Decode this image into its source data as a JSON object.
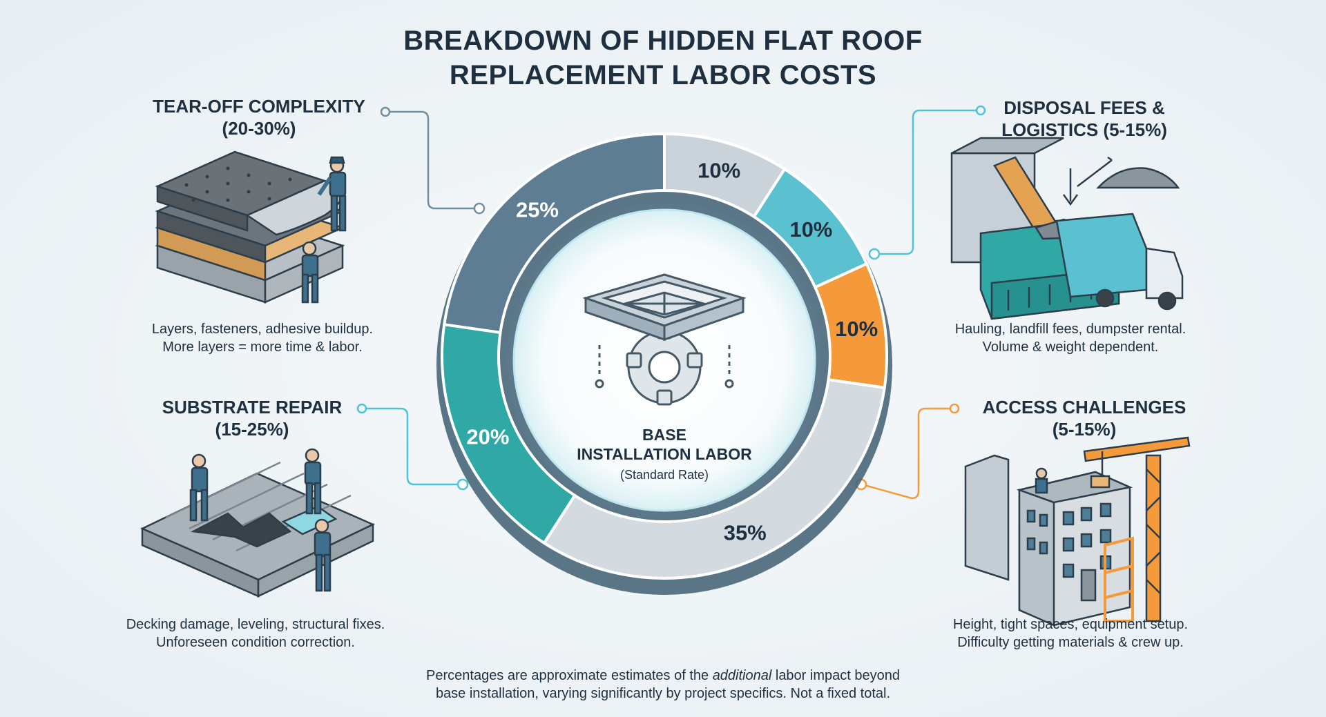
{
  "title": {
    "line1": "BREAKDOWN OF HIDDEN FLAT ROOF",
    "line2": "REPLACEMENT LABOR COSTS"
  },
  "center": {
    "line1": "BASE",
    "line2": "INSTALLATION LABOR",
    "line3": "(Standard Rate)"
  },
  "callouts": {
    "tearoff": {
      "heading1": "TEAR-OFF COMPLEXITY",
      "heading2": "(20-30%)",
      "desc1": "Layers, fasteners, adhesive buildup.",
      "desc2": "More layers = more time & labor.",
      "icon": "roof-layers-tearoff-illustration"
    },
    "substrate": {
      "heading1": "SUBSTRATE REPAIR",
      "heading2": "(15-25%)",
      "desc1": "Decking damage, leveling, structural fixes.",
      "desc2": "Unforeseen condition correction.",
      "icon": "damaged-decking-illustration"
    },
    "disposal": {
      "heading1": "DISPOSAL FEES &",
      "heading2": "LOGISTICS (5-15%)",
      "desc1": "Hauling, landfill fees, dumpster rental.",
      "desc2": "Volume & weight dependent.",
      "icon": "dumpster-truck-illustration"
    },
    "access": {
      "heading1": "ACCESS CHALLENGES",
      "heading2": "(5-15%)",
      "desc1": "Height, tight spaces, equipment setup.",
      "desc2": "Difficulty getting materials & crew up.",
      "icon": "building-crane-illustration"
    }
  },
  "footnote": {
    "part1": "Percentages are approximate estimates of the ",
    "emph": "additional",
    "part2": " labor impact beyond",
    "line2": "base installation, varying significantly by project specifics. Not a fixed total."
  },
  "chart_data": {
    "type": "pie",
    "variant": "donut",
    "title": "BREAKDOWN OF HIDDEN FLAT ROOF REPLACEMENT LABOR COSTS",
    "slices": [
      {
        "label": "10%",
        "value": 10,
        "color": "#c9d3d9"
      },
      {
        "label": "10%",
        "value": 10,
        "color": "#5bc0cf"
      },
      {
        "label": "10%",
        "value": 10,
        "color": "#f49a3a"
      },
      {
        "label": "35%",
        "value": 35,
        "color": "#d4dbe0"
      },
      {
        "label": "20%",
        "value": 20,
        "color": "#2fa8a6"
      },
      {
        "label": "25%",
        "value": 25,
        "color": "#5f7d92"
      }
    ],
    "start_angle_deg": 0,
    "direction": "clockwise"
  }
}
